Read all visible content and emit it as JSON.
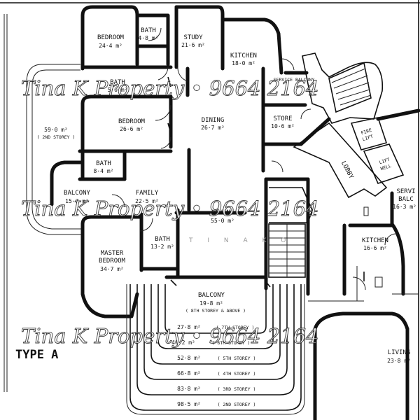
{
  "plan_title": "TYPE A",
  "rooms": {
    "bedroom1": {
      "label": "BEDROOM",
      "area": "24·4 m²"
    },
    "bath1": {
      "label": "BATH",
      "area": "4·8 m²"
    },
    "study": {
      "label": "STUDY",
      "area": "21·6 m²"
    },
    "kitchen1": {
      "label": "KITCHEN",
      "area": "18·0 m²"
    },
    "bath2": {
      "label": "BATH",
      "area": "5·0 m²"
    },
    "service_balcony": {
      "label": "SERVICE BALCONY",
      "area": ""
    },
    "bedroom2": {
      "label": "BEDROOM",
      "area": "26·6 m²"
    },
    "dining": {
      "label": "DINING",
      "area": "26·7 m²"
    },
    "store": {
      "label": "STORE",
      "area": "10·6 m²"
    },
    "roof_terrace": {
      "area": "59·0 m²",
      "note": "( 2ND STOREY )"
    },
    "bath3": {
      "label": "BATH",
      "area": "8·4 m²"
    },
    "balcony1": {
      "label": "BALCONY",
      "area": "15·7 m²"
    },
    "family": {
      "label": "FAMILY",
      "area": "22·5 m²"
    },
    "living1": {
      "label": "LIVING",
      "area": "55·0 m²"
    },
    "bath4": {
      "label": "BATH",
      "area": "13·2 m²"
    },
    "master": {
      "label": "MASTER",
      "label2": "BEDROOM",
      "area": "34·7 m²"
    },
    "balcony2": {
      "label": "BALCONY",
      "area": "19·8 m²",
      "note": "( 8TH STOREY & ABOVE )"
    },
    "kitchen2": {
      "label": "KITCHEN",
      "area": "16·6 m²"
    },
    "service_balc2": {
      "label": "SERVI",
      "label2": "BALC",
      "area": "16·3 m²"
    },
    "lobby": {
      "label": "LOBBY"
    },
    "fire_lift": {
      "label": "FIRE",
      "label2": "LIFT"
    },
    "lift_well": {
      "label": "LIFT",
      "label2": "WELL"
    },
    "living2": {
      "label": "LIVING",
      "area": "23·8 m²"
    }
  },
  "balcony_tiers": [
    {
      "area": "27·8 m²",
      "note": "( 7TH STOREY )"
    },
    {
      "area": "40·2 m²",
      "note": "( 6TH STOREY )"
    },
    {
      "area": "52·8 m²",
      "note": "( 5TH STOREY )"
    },
    {
      "area": "66·8 m²",
      "note": "( 4TH STOREY )"
    },
    {
      "area": "83·8 m²",
      "note": "( 3RD STOREY )"
    },
    {
      "area": "98·5 m²",
      "note": "( 2ND STOREY )"
    }
  ],
  "watermark": {
    "text": "Tina K Property • 9664 2164",
    "faint": "T I N A  K O"
  }
}
